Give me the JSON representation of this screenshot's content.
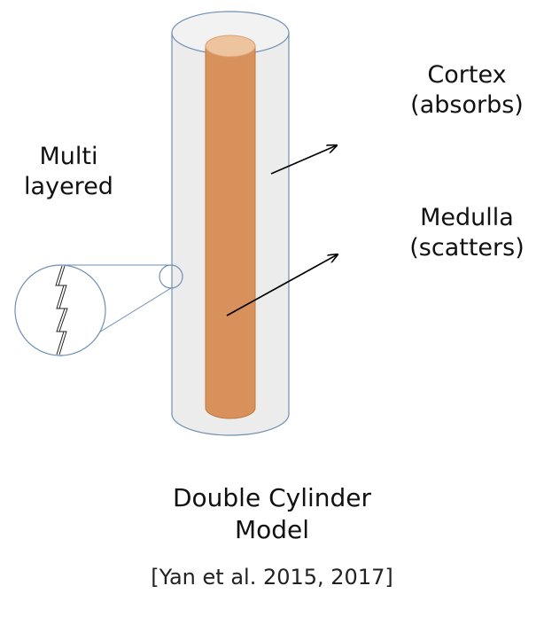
{
  "labels": {
    "cortex_line1": "Cortex",
    "cortex_line2": "(absorbs)",
    "medulla_line1": "Medulla",
    "medulla_line2": "(scatters)",
    "multi_line1": "Multi",
    "multi_line2": "layered"
  },
  "caption": {
    "title_line1": "Double Cylinder",
    "title_line2": "Model",
    "citation": "[Yan et al. 2015, 2017]"
  },
  "colors": {
    "cortex_fill": "#ececec",
    "cortex_stroke": "#6f8fb3",
    "medulla_fill": "#d8915b",
    "medulla_top": "#edc49e",
    "medulla_stroke": "#c27840",
    "arrow": "#000000",
    "magnifier_stroke": "#6f8fb3"
  }
}
